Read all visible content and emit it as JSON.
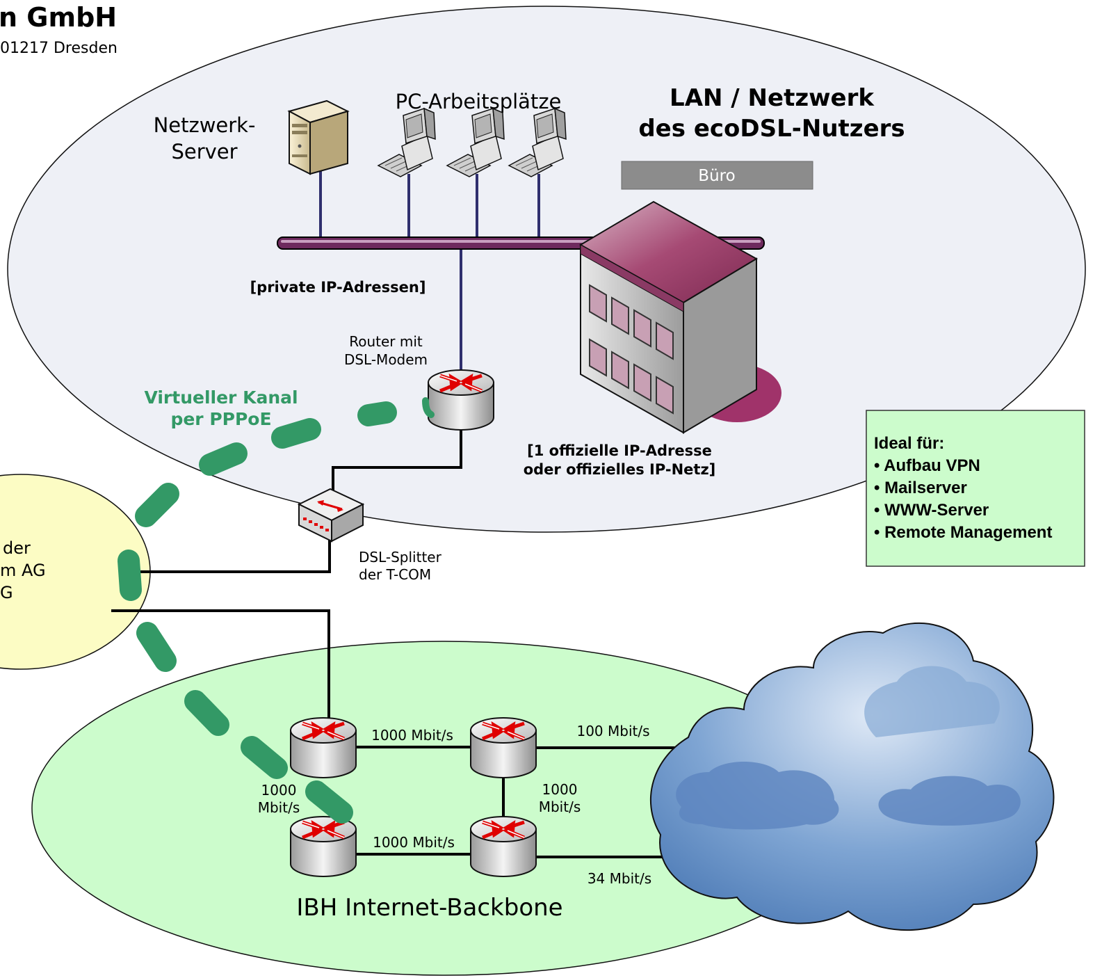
{
  "header": {
    "company": "n GmbH",
    "address": "01217 Dresden"
  },
  "lan": {
    "title_line1": "LAN / Netzwerk",
    "title_line2": "des ecoDSL-Nutzers",
    "office_label": "Büro",
    "server_label_line1": "Netzwerk-",
    "server_label_line2": "Server",
    "pcs_label": "PC-Arbeitsplätze",
    "private_ip_label": "[private IP-Adressen]",
    "router_label_line1": "Router mit",
    "router_label_line2": "DSL-Modem",
    "official_ip_line1": "[1 offizielle IP-Adresse",
    "official_ip_line2": "oder offizielles IP-Netz]",
    "splitter_label_line1": "DSL-Splitter",
    "splitter_label_line2": "der T-COM"
  },
  "tunnel": {
    "label_line1": "Virtueller Kanal",
    "label_line2": "per PPPoE"
  },
  "telekom": {
    "line1": "der",
    "line2": "m AG",
    "line3": "G"
  },
  "ideal_box": {
    "heading": "Ideal für:",
    "items": [
      "• Aufbau VPN",
      "• Mailserver",
      "• WWW-Server",
      "• Remote Management"
    ]
  },
  "backbone": {
    "title": "IBH Internet-Backbone",
    "link_top": "1000 Mbit/s",
    "link_bottom": "1000 Mbit/s",
    "link_left_line1": "1000",
    "link_left_line2": "Mbit/s",
    "link_right_line1": "1000",
    "link_right_line2": "Mbit/s",
    "uplink_1": "100 Mbit/s",
    "uplink_2": "34 Mbit/s"
  },
  "colors": {
    "lan_fill": "#eef0f6",
    "backbone_fill": "#ccfccc",
    "telekom_fill": "#fcfcc4",
    "ideal_fill": "#ccfccc",
    "tunnel_green": "#339966",
    "building": "#a0466e",
    "office_bar": "#8c8c8c",
    "bus": "#6e2a5e",
    "router_arrow": "#e00000"
  }
}
